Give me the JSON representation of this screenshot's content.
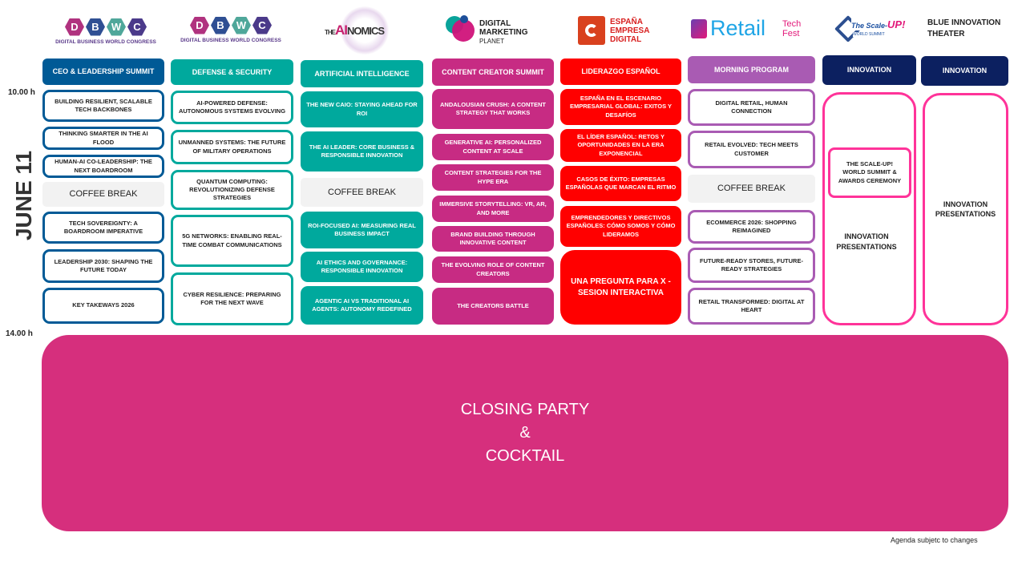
{
  "colors": {
    "ceo": "#005a96",
    "teal": "#00a99d",
    "magenta": "#c72b83",
    "red": "#ff0000",
    "purple": "#a95bb3",
    "navy": "#0c2060",
    "pink": "#ff3399",
    "party": "#d62f7d"
  },
  "date_label": "JUNE 11",
  "times": {
    "start": "10.00 h",
    "end": "14.00 h"
  },
  "logos": {
    "dbwc1": {
      "letters": [
        "D",
        "B",
        "W",
        "C"
      ],
      "caption": "DIGITAL BUSINESS WORLD CONGRESS"
    },
    "dbwc2": {
      "letters": [
        "D",
        "B",
        "W",
        "C"
      ],
      "caption": "DIGITAL BUSINESS WORLD CONGRESS"
    },
    "ainomics": {
      "the": "THE",
      "ai": "AI",
      "rest": "NOMICS"
    },
    "dmp": {
      "line1": "DIGITAL",
      "line2": "MARKETING",
      "line3": "PLANET"
    },
    "espana": {
      "line1": "ESPAÑA",
      "line2": "EMPRESA",
      "line3": "DIGITAL"
    },
    "retail": {
      "main": "Retail",
      "tech": "Tech",
      "fest": "Fest"
    },
    "scaleup": {
      "the": "The Scale-",
      "up": "UP!",
      "sub": "WORLD SUMMIT"
    },
    "blue_theater": "BLUE INNOVATION THEATER"
  },
  "columns": [
    {
      "header": "CEO & LEADERSHIP SUMMIT",
      "sessions": [
        "BUILDING RESILIENT, SCALABLE TECH BACKBONES",
        "THINKING SMARTER IN THE AI FLOOD",
        "HUMAN-AI CO-LEADERSHIP: THE NEXT BOARDROOM",
        "COFFEE BREAK",
        "TECH SOVEREIGNTY: A BOARDROOM IMPERATIVE",
        "LEADERSHIP 2030: SHAPING THE FUTURE TODAY",
        "KEY TAKEWAYS 2026"
      ]
    },
    {
      "header": "DEFENSE & SECURITY",
      "sessions": [
        "AI-POWERED DEFENSE: AUTONOMOUS SYSTEMS EVOLVING",
        "UNMANNED SYSTEMS: THE FUTURE OF MILITARY OPERATIONS",
        "QUANTUM COMPUTING: REVOLUTIONIZING DEFENSE STRATEGIES",
        "5G NETWORKS: ENABLING REAL-TIME COMBAT COMMUNICATIONS",
        "CYBER RESILIENCE: PREPARING FOR THE NEXT WAVE"
      ]
    },
    {
      "header": "ARTIFICIAL INTELLIGENCE",
      "sessions": [
        "THE NEW CAIO: STAYING AHEAD FOR ROI",
        "THE AI LEADER: CORE BUSINESS & RESPONSIBLE INNOVATION",
        "COFFEE BREAK",
        "ROI-FOCUSED AI: MEASURING REAL BUSINESS IMPACT",
        "AI ETHICS AND GOVERNANCE: RESPONSIBLE INNOVATION",
        "AGENTIC AI VS TRADITIONAL AI AGENTS: AUTONOMY REDEFINED"
      ]
    },
    {
      "header": "CONTENT CREATOR SUMMIT",
      "sessions": [
        "ANDALOUSIAN CRUSH: A CONTENT STRATEGY THAT WORKS",
        "GENERATIVE AI: PERSONALIZED CONTENT AT SCALE",
        "CONTENT STRATEGIES FOR THE HYPE ERA",
        "IMMERSIVE STORYTELLING: VR, AR, AND MORE",
        "BRAND BUILDING THROUGH INNOVATIVE CONTENT",
        "THE EVOLVING ROLE OF CONTENT CREATORS",
        "THE CREATORS BATTLE"
      ]
    },
    {
      "header": "LIDERAZGO ESPAÑOL",
      "sessions": [
        "ESPAÑA EN EL ESCENARIO EMPRESARIAL GLOBAL: EXITOS Y DESAFÍOS",
        "EL LÍDER ESPAÑOL: RETOS Y OPORTUNIDADES EN LA ERA EXPONENCIAL",
        "CASOS DE ÉXITO: EMPRESAS ESPAÑOLAS QUE MARCAN EL RITMO",
        "EMPRENDEDORES Y DIRECTIVOS ESPAÑOLES: CÓMO SOMOS Y CÓMO LIDERAMOS",
        "UNA PREGUNTA PARA X - SESION INTERACTIVA"
      ]
    },
    {
      "header": "MORNING PROGRAM",
      "sessions": [
        "DIGITAL RETAIL, HUMAN CONNECTION",
        "RETAIL EVOLVED: TECH MEETS CUSTOMER",
        "COFFEE BREAK",
        "ECOMMERCE 2026: SHOPPING REIMAGINED",
        "FUTURE-READY STORES, FUTURE-READY STRATEGIES",
        "RETAIL TRANSFORMED: DIGITAL AT HEART"
      ]
    },
    {
      "header": "INNOVATION",
      "sessions": [
        "THE SCALE-UP! WORLD SUMMIT & AWARDS CEREMONY",
        "INNOVATION PRESENTATIONS"
      ]
    },
    {
      "header": "INNOVATION",
      "sessions": [
        "INNOVATION PRESENTATIONS"
      ]
    }
  ],
  "closing": {
    "line1": "CLOSING PARTY",
    "line2": "&",
    "line3": "COCKTAIL"
  },
  "footnote": "Agenda subjetc to changes"
}
